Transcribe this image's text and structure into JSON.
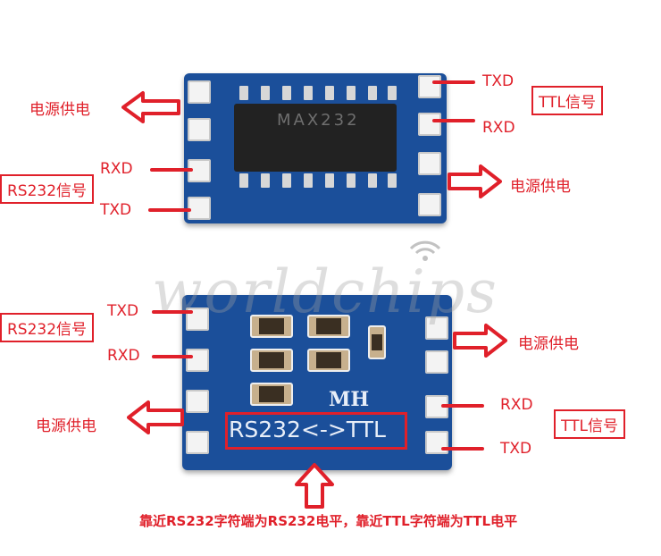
{
  "top_board": {
    "chip_text": "MAX232",
    "left_labels": {
      "power": "电源供电",
      "rxd": "RXD",
      "txd": "TXD",
      "signal_box": "RS232信号"
    },
    "right_labels": {
      "txd": "TXD",
      "rxd": "RXD",
      "signal_box": "TTL信号",
      "power": "电源供电"
    }
  },
  "bottom_board": {
    "silk_mh": "MH",
    "silk_main": "RS232<->TTL",
    "left_labels": {
      "txd": "TXD",
      "rxd": "RXD",
      "signal_box": "RS232信号",
      "power": "电源供电"
    },
    "right_labels": {
      "power": "电源供电",
      "rxd": "RXD",
      "txd": "TXD",
      "signal_box": "TTL信号"
    }
  },
  "watermark": "worldchips",
  "caption": "靠近RS232字符端为RS232电平，靠近TTL字符端为TTL电平",
  "colors": {
    "accent": "#e0202a",
    "pcb": "#1b4f9a"
  },
  "icons": [
    "arrow-left-icon",
    "arrow-right-icon",
    "arrow-up-icon",
    "wifi-icon"
  ]
}
